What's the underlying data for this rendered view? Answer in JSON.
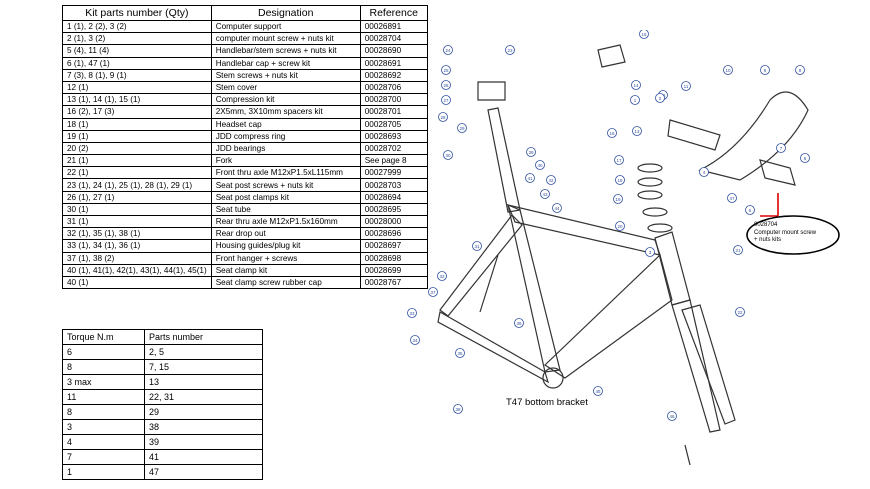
{
  "parts_table": {
    "headers": [
      "Kit parts number (Qty)",
      "Designation",
      "Reference"
    ],
    "rows": [
      [
        "1 (1), 2 (2), 3 (2)",
        "Computer support",
        "00026891"
      ],
      [
        "2 (1), 3 (2)",
        "computer mount screw + nuts kit",
        "00028704"
      ],
      [
        "5 (4), 11 (4)",
        "Handlebar/stem screws + nuts kit",
        "00028690"
      ],
      [
        "6 (1), 47 (1)",
        "Handlebar cap + screw kit",
        "00028691"
      ],
      [
        "7 (3), 8 (1), 9 (1)",
        "Stem screws + nuts kit",
        "00028692"
      ],
      [
        "12 (1)",
        "Stem cover",
        "00028706"
      ],
      [
        "13 (1), 14 (1), 15 (1)",
        "Compression kit",
        "00028700"
      ],
      [
        "16 (2), 17 (3)",
        "2X5mm, 3X10mm spacers kit",
        "00028701"
      ],
      [
        "18 (1)",
        "Headset cap",
        "00028705"
      ],
      [
        "19 (1)",
        "JDD compress ring",
        "00028693"
      ],
      [
        "20 (2)",
        "JDD bearings",
        "00028702"
      ],
      [
        "21 (1)",
        "Fork",
        "See page 8"
      ],
      [
        "22 (1)",
        "Front thru axle M12xP1.5xL115mm",
        "00027999"
      ],
      [
        "23 (1), 24 (1), 25 (1), 28 (1), 29 (1)",
        "Seat post screws + nuts kit",
        "00028703"
      ],
      [
        "26 (1), 27 (1)",
        "Seat post clamps kit",
        "00028694"
      ],
      [
        "30 (1)",
        "Seat tube",
        "00028695"
      ],
      [
        "31 (1)",
        "Rear thru axle M12xP1.5x160mm",
        "00028000"
      ],
      [
        "32 (1), 35 (1), 38 (1)",
        "Rear drop out",
        "00028696"
      ],
      [
        "33 (1), 34 (1), 36 (1)",
        "Housing guides/plug kit",
        "00028697"
      ],
      [
        "37 (1), 38 (2)",
        "Front hanger + screws",
        "00028698"
      ],
      [
        "40 (1), 41(1), 42(1), 43(1), 44(1), 45(1)",
        "Seat clamp kit",
        "00028699"
      ],
      [
        "40 (1)",
        "Seat clamp screw rubber cap",
        "00028767"
      ]
    ]
  },
  "torque_table": {
    "headers": [
      "Torque N.m",
      "Parts number"
    ],
    "rows": [
      [
        "6",
        "2, 5"
      ],
      [
        "8",
        "7, 15"
      ],
      [
        "3 max",
        "13"
      ],
      [
        "11",
        "22, 31"
      ],
      [
        "8",
        "29"
      ],
      [
        "3",
        "38"
      ],
      [
        "4",
        "39"
      ],
      [
        "7",
        "41"
      ],
      [
        "1",
        "47"
      ]
    ]
  },
  "diagram": {
    "bottom_bracket_label": "T47 bottom bracket",
    "callout_lines": [
      "0028704",
      "Computer mount screw",
      "+ nuts kits"
    ],
    "callout_color": "#e00000",
    "balloon_color": "#3050a0",
    "balloons": [
      "24",
      "23",
      "25",
      "26",
      "27",
      "28",
      "29",
      "30",
      "31",
      "32",
      "33",
      "34",
      "35",
      "36",
      "37",
      "38",
      "39",
      "40",
      "41",
      "42",
      "43",
      "44",
      "45",
      "46",
      "22",
      "21",
      "20",
      "19",
      "18",
      "17",
      "16",
      "15",
      "14",
      "13",
      "12",
      "11",
      "10",
      "9",
      "8",
      "7",
      "6",
      "5",
      "4",
      "3",
      "2",
      "1",
      "47"
    ]
  }
}
